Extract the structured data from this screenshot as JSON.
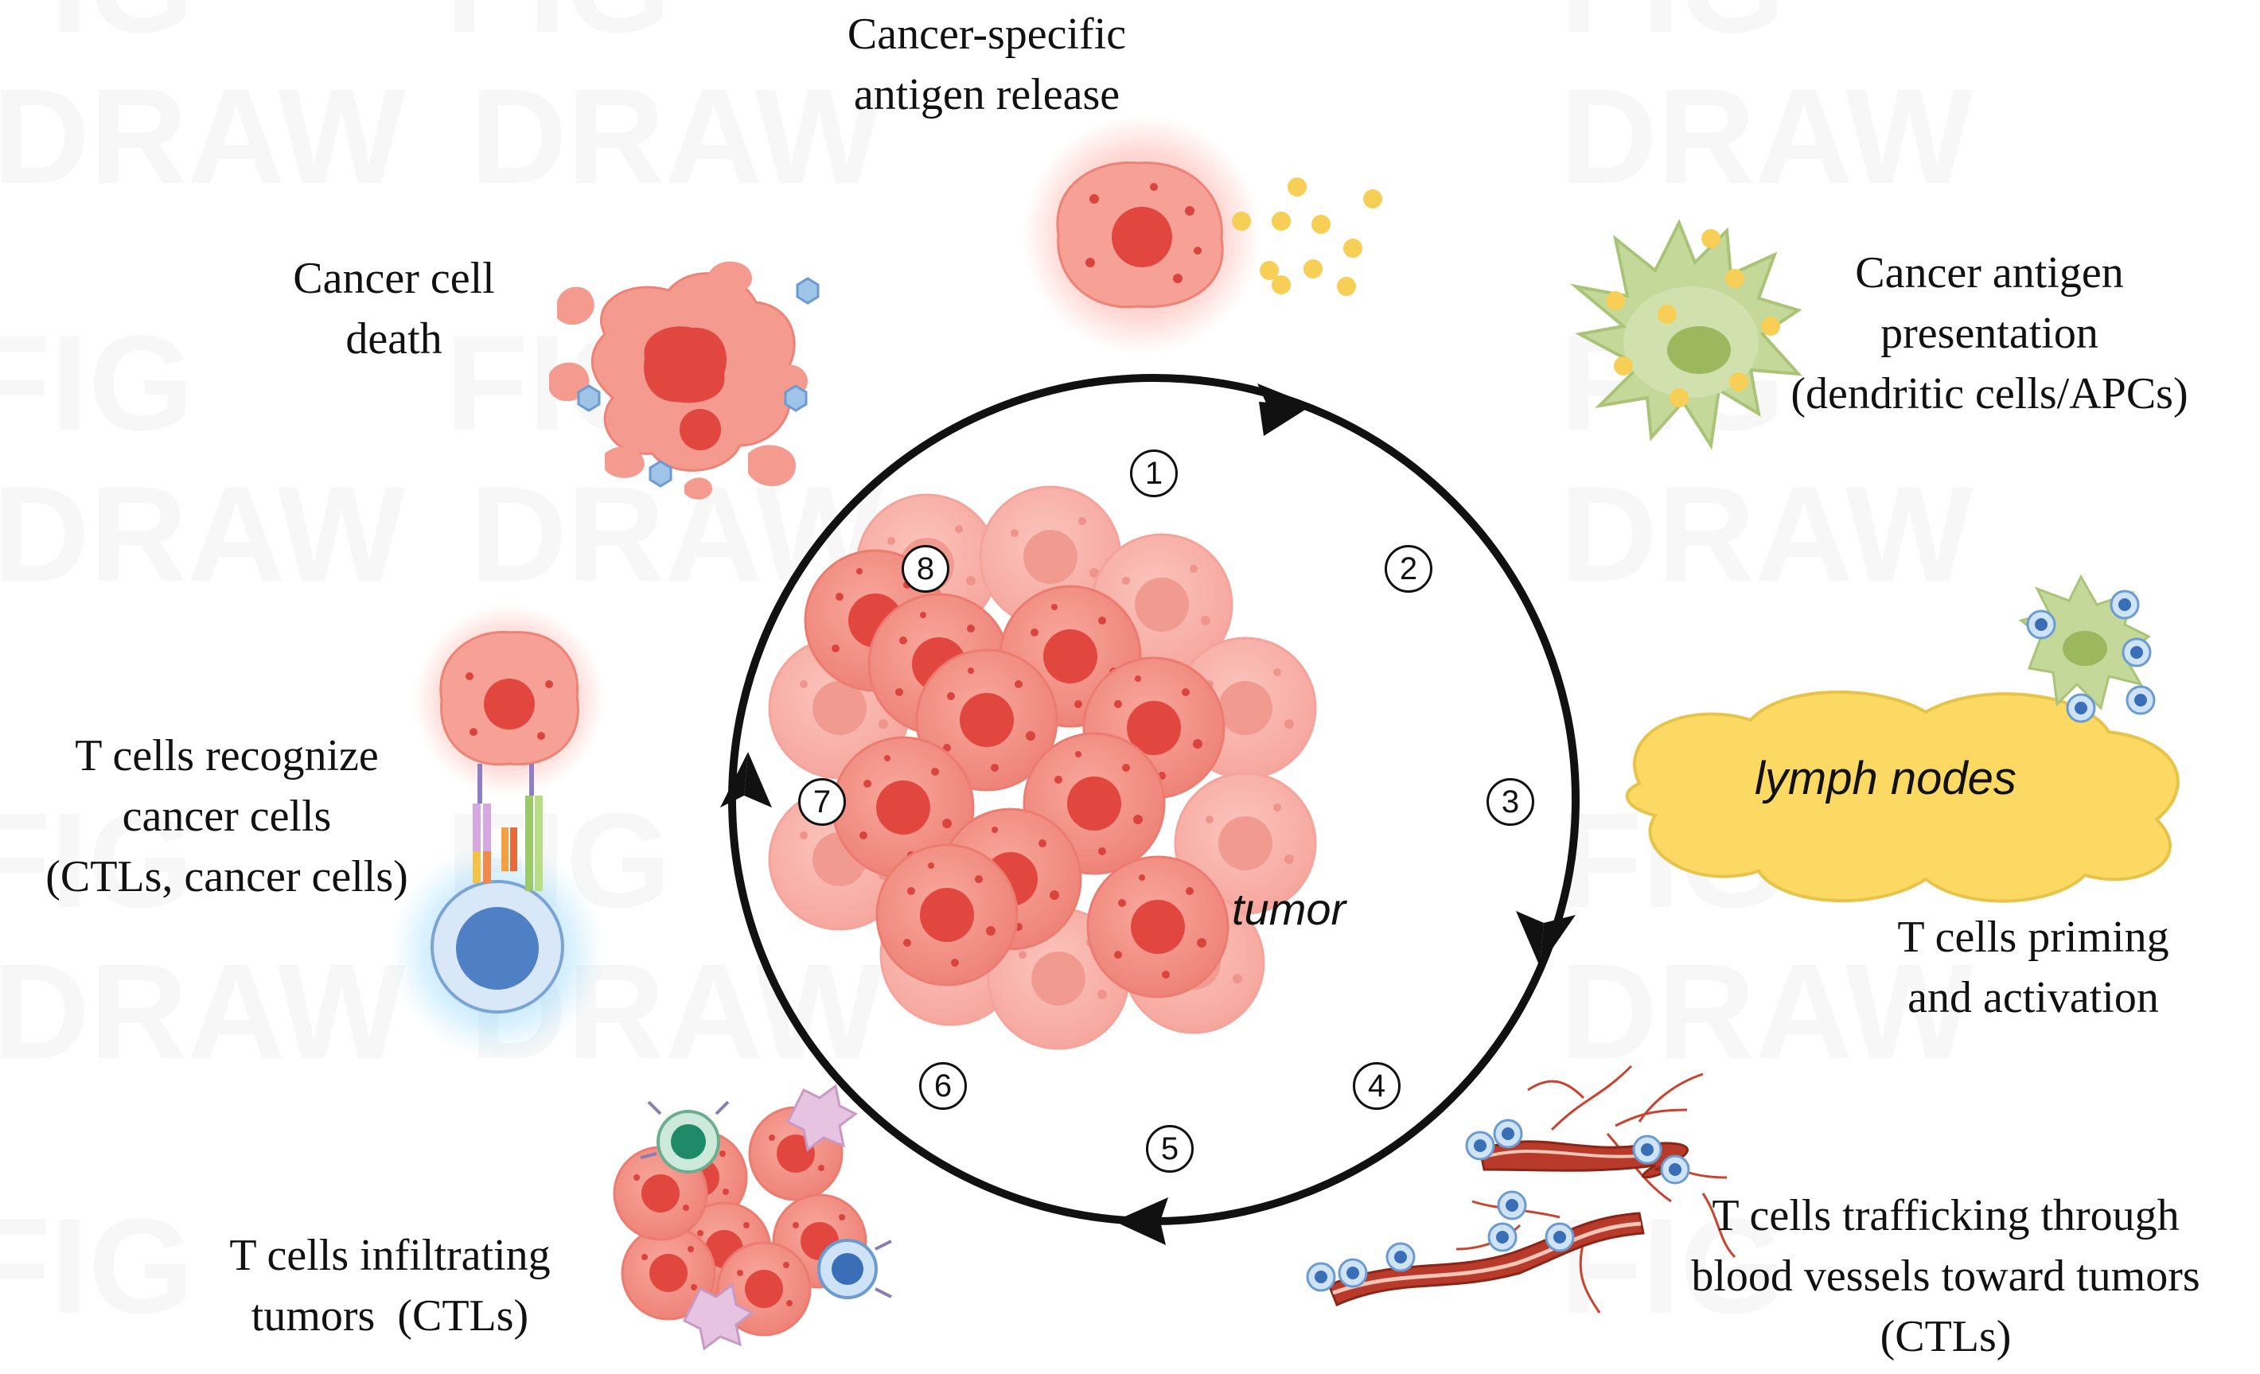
{
  "labels": {
    "step1": [
      "Cancer-specific",
      "antigen release"
    ],
    "step2": [
      "Cancer antigen",
      "presentation",
      "(dendritic cells/APCs)"
    ],
    "step3": [
      "T cells priming",
      "and activation"
    ],
    "step4": [
      "T cells trafficking through",
      "blood vessels toward tumors",
      "(CTLs)"
    ],
    "step5": [
      "T cells infiltrating",
      "tumors  (CTLs)"
    ],
    "step6": [
      "T cells recognize",
      "cancer cells",
      "(CTLs, cancer cells)"
    ],
    "step7": [
      "Cancer cell",
      "death"
    ]
  },
  "center_label": "tumor",
  "lymph_label": "lymph nodes",
  "step_numbers": [
    "1",
    "2",
    "3",
    "4",
    "5",
    "6",
    "7",
    "8"
  ],
  "colors": {
    "cycle_arrow": "#111111",
    "tumor_cell": "#f08a80",
    "nucleus": "#e2473f",
    "antigen": "#f7cf56",
    "dendritic_cell": "#c4d89a",
    "lymph_node": "#fbd962",
    "t_cell": "#4f7fc4",
    "vessel": "#b83a2a"
  }
}
